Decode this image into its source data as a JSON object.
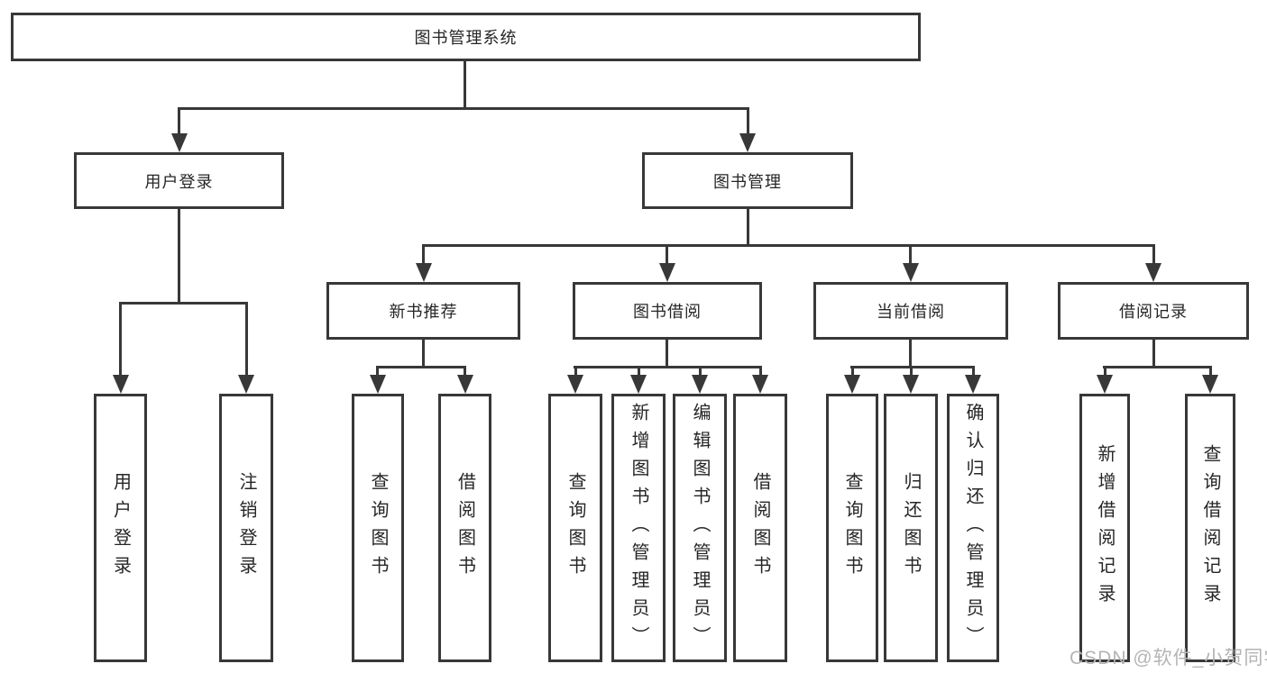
{
  "colors": {
    "line": "#383838",
    "box_background": "#ffffff",
    "text": "#262626",
    "watermark": "#b4b4b4"
  },
  "watermark": {
    "text": "CSDN @软件_小贺同学"
  },
  "tree": {
    "root": {
      "label": "图书管理系统"
    },
    "level2": [
      {
        "label": "用户登录",
        "children": [
          {
            "label": "用户登录"
          },
          {
            "label": "注销登录"
          }
        ]
      },
      {
        "label": "图书管理",
        "children": [
          {
            "label": "新书推荐",
            "children": [
              {
                "label": "查询图书"
              },
              {
                "label": "借阅图书"
              }
            ]
          },
          {
            "label": "图书借阅",
            "children": [
              {
                "label": "查询图书"
              },
              {
                "label": "新增图书（管理员）"
              },
              {
                "label": "编辑图书（管理员）"
              },
              {
                "label": "借阅图书"
              }
            ]
          },
          {
            "label": "当前借阅",
            "children": [
              {
                "label": "查询图书"
              },
              {
                "label": "归还图书"
              },
              {
                "label": "确认归还（管理员）"
              }
            ]
          },
          {
            "label": "借阅记录",
            "children": [
              {
                "label": "新增借阅记录"
              },
              {
                "label": "查询借阅记录"
              }
            ]
          }
        ]
      }
    ]
  }
}
